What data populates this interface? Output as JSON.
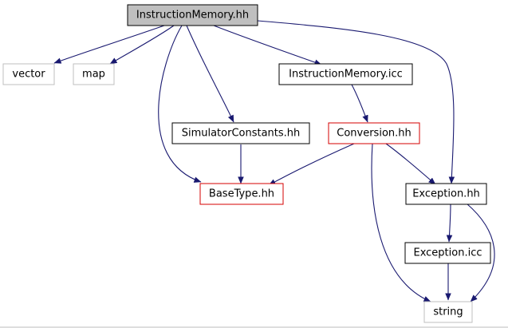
{
  "colors": {
    "edge": "#191970",
    "border_default": "#000000",
    "border_unresolved": "#bfbfbf",
    "border_truncated": "#d40000",
    "fill_focus": "#bfbfbf",
    "fill_default": "#ffffff"
  },
  "nodes": [
    {
      "id": "instruction_memory_hh",
      "label": "InstructionMemory.hh",
      "style": "focus"
    },
    {
      "id": "vector",
      "label": "vector",
      "style": "unresolved"
    },
    {
      "id": "map",
      "label": "map",
      "style": "unresolved"
    },
    {
      "id": "instruction_memory_icc",
      "label": "InstructionMemory.icc",
      "style": "default"
    },
    {
      "id": "simulator_constants_hh",
      "label": "SimulatorConstants.hh",
      "style": "default"
    },
    {
      "id": "conversion_hh",
      "label": "Conversion.hh",
      "style": "truncated"
    },
    {
      "id": "base_type_hh",
      "label": "BaseType.hh",
      "style": "truncated"
    },
    {
      "id": "exception_hh",
      "label": "Exception.hh",
      "style": "default"
    },
    {
      "id": "exception_icc",
      "label": "Exception.icc",
      "style": "default"
    },
    {
      "id": "string",
      "label": "string",
      "style": "unresolved"
    }
  ],
  "edges": [
    {
      "from": "instruction_memory_hh",
      "to": "vector"
    },
    {
      "from": "instruction_memory_hh",
      "to": "map"
    },
    {
      "from": "instruction_memory_hh",
      "to": "base_type_hh"
    },
    {
      "from": "instruction_memory_hh",
      "to": "simulator_constants_hh"
    },
    {
      "from": "instruction_memory_hh",
      "to": "instruction_memory_icc"
    },
    {
      "from": "instruction_memory_hh",
      "to": "exception_hh"
    },
    {
      "from": "instruction_memory_icc",
      "to": "conversion_hh"
    },
    {
      "from": "simulator_constants_hh",
      "to": "base_type_hh"
    },
    {
      "from": "conversion_hh",
      "to": "base_type_hh"
    },
    {
      "from": "conversion_hh",
      "to": "exception_hh"
    },
    {
      "from": "conversion_hh",
      "to": "string"
    },
    {
      "from": "exception_hh",
      "to": "exception_icc"
    },
    {
      "from": "exception_hh",
      "to": "string"
    },
    {
      "from": "exception_icc",
      "to": "string"
    }
  ]
}
